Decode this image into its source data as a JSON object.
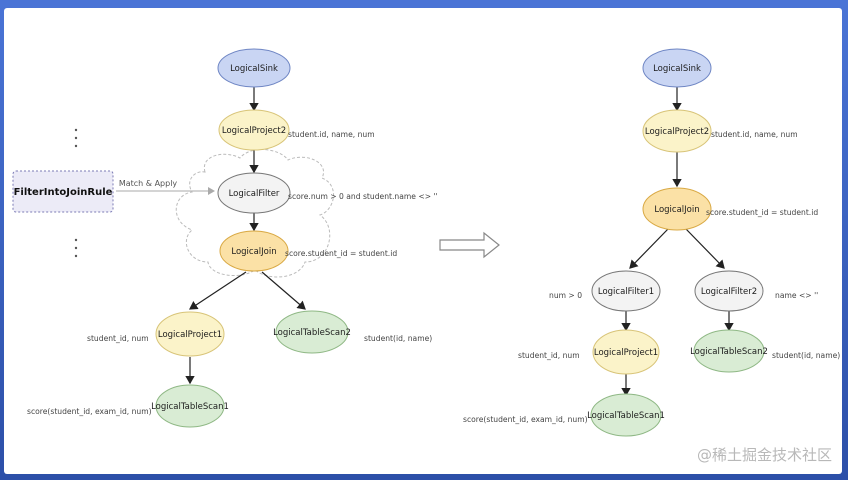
{
  "colors": {
    "blue_node": "#c9d5f3",
    "yellow_node": "#fbf3c9",
    "white_node": "#f3f3f3",
    "green_node": "#d9ecd4",
    "orange_node": "#fbe1a6"
  },
  "rule": {
    "name": "FilterIntoJoinRule",
    "match_label": "Match & Apply"
  },
  "before": {
    "sink": "LogicalSink",
    "project2": "LogicalProject2",
    "project2_note": "student.id, name, num",
    "filter": "LogicalFilter",
    "filter_note": "score.num > 0 and student.name <> ''",
    "join": "LogicalJoin",
    "join_note": "score.student_id = student.id",
    "project1": "LogicalProject1",
    "project1_note": "student_id, num",
    "scan2": "LogicalTableScan2",
    "scan2_note": "student(id, name)",
    "scan1": "LogicalTableScan1",
    "scan1_note": "score(student_id, exam_id, num)"
  },
  "after": {
    "sink": "LogicalSink",
    "project2": "LogicalProject2",
    "project2_note": "student.id, name, num",
    "join": "LogicalJoin",
    "join_note": "score.student_id = student.id",
    "filter1": "LogicalFilter1",
    "filter1_note": "num > 0",
    "filter2": "LogicalFilter2",
    "filter2_note": "name <> ''",
    "project1": "LogicalProject1",
    "project1_note": "student_id, num",
    "scan2": "LogicalTableScan2",
    "scan2_note": "student(id, name)",
    "scan1": "LogicalTableScan1",
    "scan1_note": "score(student_id, exam_id, num)"
  },
  "watermark": "@稀土掘金技术社区"
}
